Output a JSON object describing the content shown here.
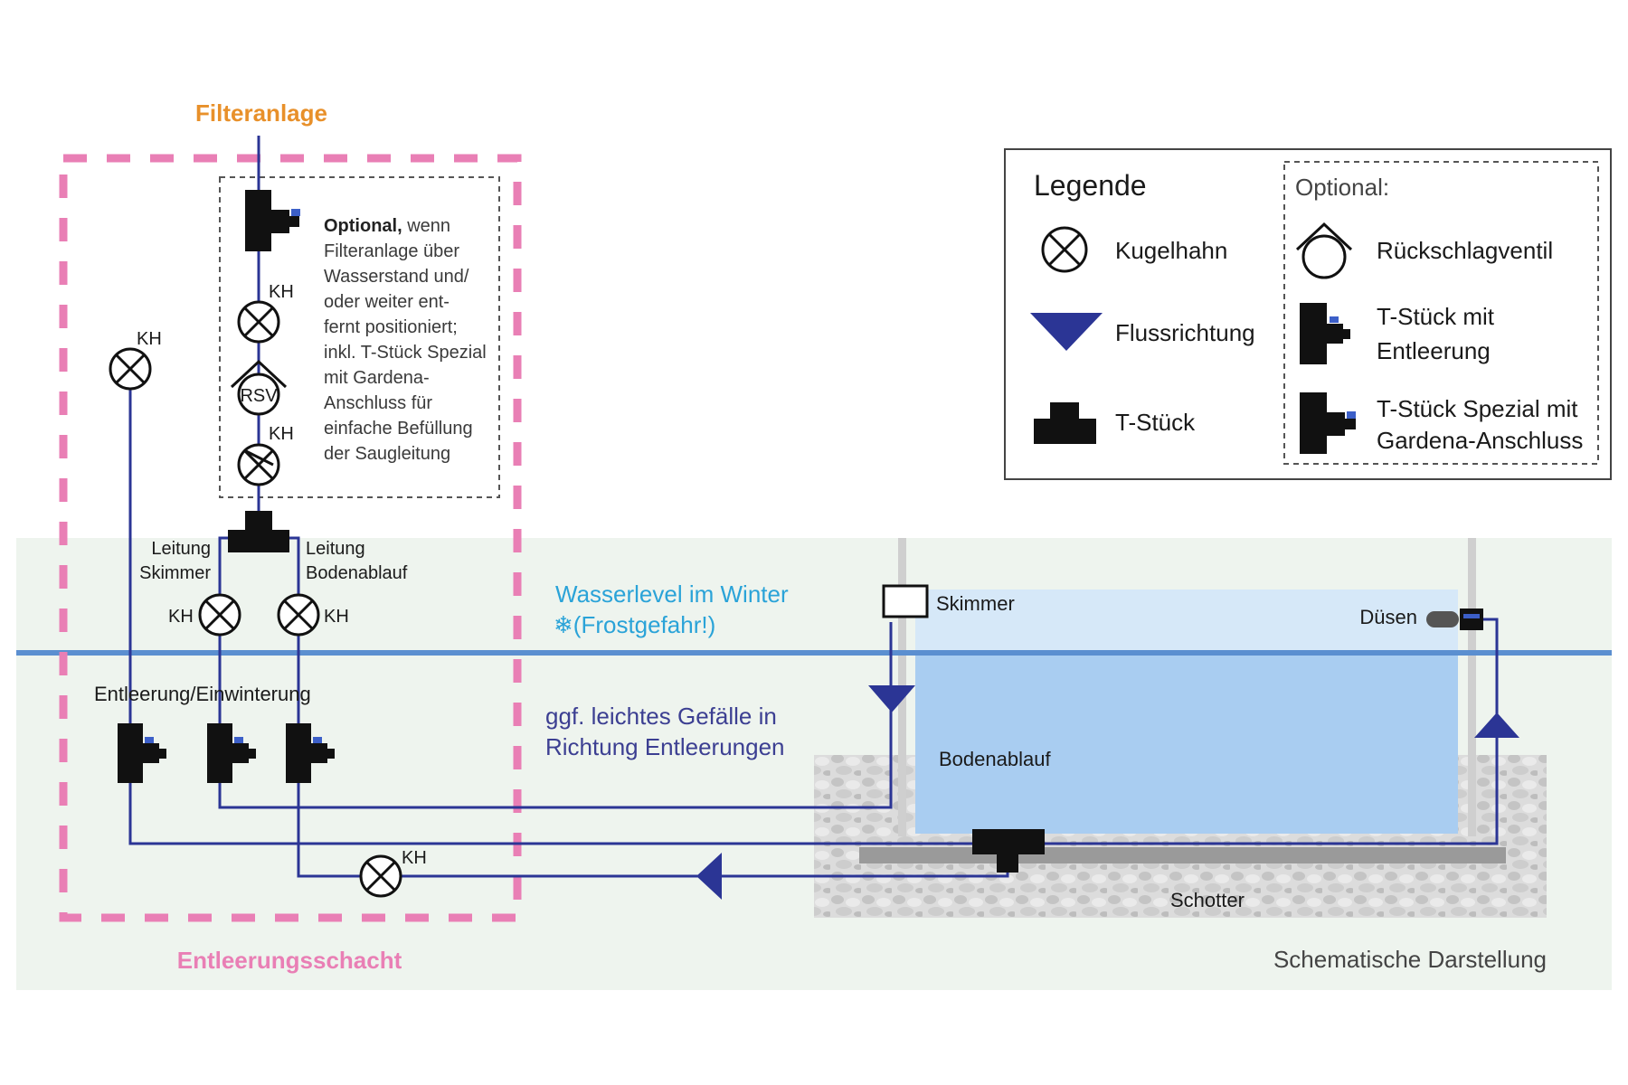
{
  "diagram": {
    "filter_label": "Filteranlage",
    "shaft_label": "Entleerungsschacht",
    "kh_label": "KH",
    "rsv_label": "RSV",
    "optional_note": {
      "bold": "Optional,",
      "lines": [
        " wenn",
        "Filteranlage über",
        "Wasserstand und/",
        "oder weiter ent-",
        "fernt positioniert;",
        "inkl. T-Stück Spezial",
        "mit Gardena-",
        "Anschluss für",
        "einfache Befüllung",
        "der Saugleitung"
      ]
    },
    "leitung_skimmer": [
      "Leitung",
      "Skimmer"
    ],
    "leitung_bodenablauf": [
      "Leitung",
      "Bodenablauf"
    ],
    "entleerung_label": "Entleerung/Einwinterung",
    "winter_level": [
      "Wasserlevel im Winter",
      "❄(Frostgefahr!)"
    ],
    "gefaelle": [
      "ggf. leichtes Gefälle in",
      "Richtung Entleerungen"
    ],
    "skimmer_label": "Skimmer",
    "duesen_label": "Düsen",
    "bodenablauf_label": "Bodenablauf",
    "schotter_label": "Schotter",
    "caption": "Schematische Darstellung"
  },
  "legend": {
    "title": "Legende",
    "kugelhahn": "Kugelhahn",
    "flussrichtung": "Flussrichtung",
    "tstueck": "T-Stück",
    "optional_title": "Optional:",
    "rueckschlagventil": "Rückschlagventil",
    "tstueck_entleerung": [
      "T-Stück mit",
      "Entleerung"
    ],
    "tstueck_spezial": [
      "T-Stück Spezial mit",
      "Gardena-Anschluss"
    ]
  },
  "colors": {
    "pipe": "#2b3595",
    "water_line": "#5b8fd0",
    "shaft_border": "#e97fb5",
    "filter_title": "#e8902a",
    "ground": "#eef4ee",
    "pool_water": "#a9cdf1",
    "winter_text": "#2aa3d8"
  }
}
